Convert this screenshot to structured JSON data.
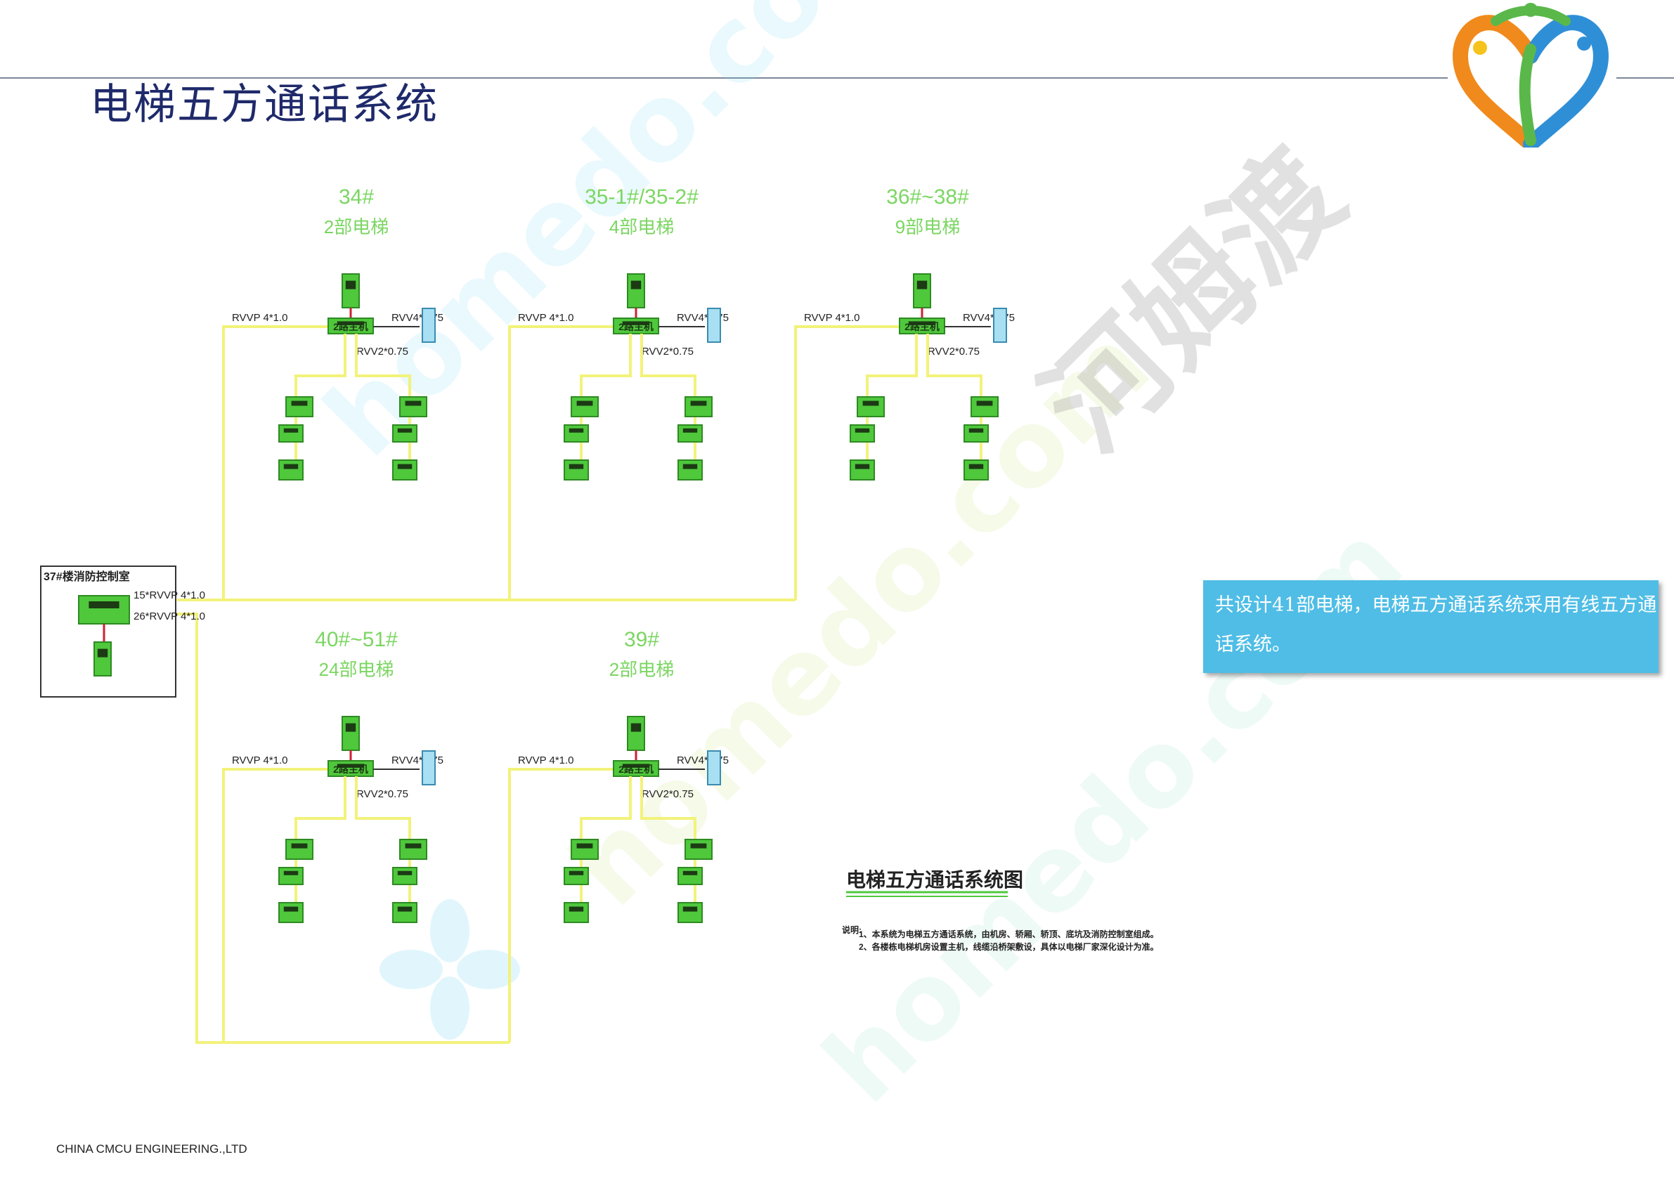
{
  "page": {
    "title": "电梯五方通话系统",
    "footer": "CHINA CMCU ENGINEERING.,LTD",
    "info_text": "共设计41部电梯，电梯五方通话系统采用有线五方通话系统。"
  },
  "diagram": {
    "main_room_label": "37#楼消防控制室",
    "trunk_cable_1": "15*RVVP 4*1.0",
    "trunk_cable_2": "26*RVVP 4*1.0",
    "diagram_title": "电梯五方通话系统图",
    "note_label": "说明:",
    "note_1": "1、本系统为电梯五方通话系统，由机房、轿厢、轿顶、底坑及消防控制室组成。",
    "note_2": "2、各楼栋电梯机房设置主机，线缆沿桥架敷设，具体以电梯厂家深化设计为准。",
    "groups": [
      {
        "building": "34#",
        "count": "2部电梯",
        "cable_in": "RVVP 4*1.0",
        "cable_phone": "RVV4*0.75",
        "cable_branch": "RVV2*0.75",
        "host_label": "2路主机"
      },
      {
        "building": "35-1#/35-2#",
        "count": "4部电梯",
        "cable_in": "RVVP 4*1.0",
        "cable_phone": "RVV4*0.75",
        "cable_branch": "RVV2*0.75",
        "host_label": "2路主机"
      },
      {
        "building": "36#~38#",
        "count": "9部电梯",
        "cable_in": "RVVP 4*1.0",
        "cable_phone": "RVV4*0.75",
        "cable_branch": "RVV2*0.75",
        "host_label": "2路主机"
      },
      {
        "building": "40#~51#",
        "count": "24部电梯",
        "cable_in": "RVVP 4*1.0",
        "cable_phone": "RVV4*0.75",
        "cable_branch": "RVV2*0.75",
        "host_label": "2路主机"
      },
      {
        "building": "39#",
        "count": "2部电梯",
        "cable_in": "RVVP 4*1.0",
        "cable_phone": "RVV4*0.75",
        "cable_branch": "RVV2*0.75",
        "host_label": "2路主机"
      }
    ]
  },
  "watermarks": [
    "homedo.com",
    "河姆渡"
  ],
  "colors": {
    "title": "#1f2a6b",
    "device_green": "#4fc83c",
    "group_text_green": "#7bd662",
    "wire_yellow": "#f2f27a",
    "info_box": "#4fbde6"
  }
}
